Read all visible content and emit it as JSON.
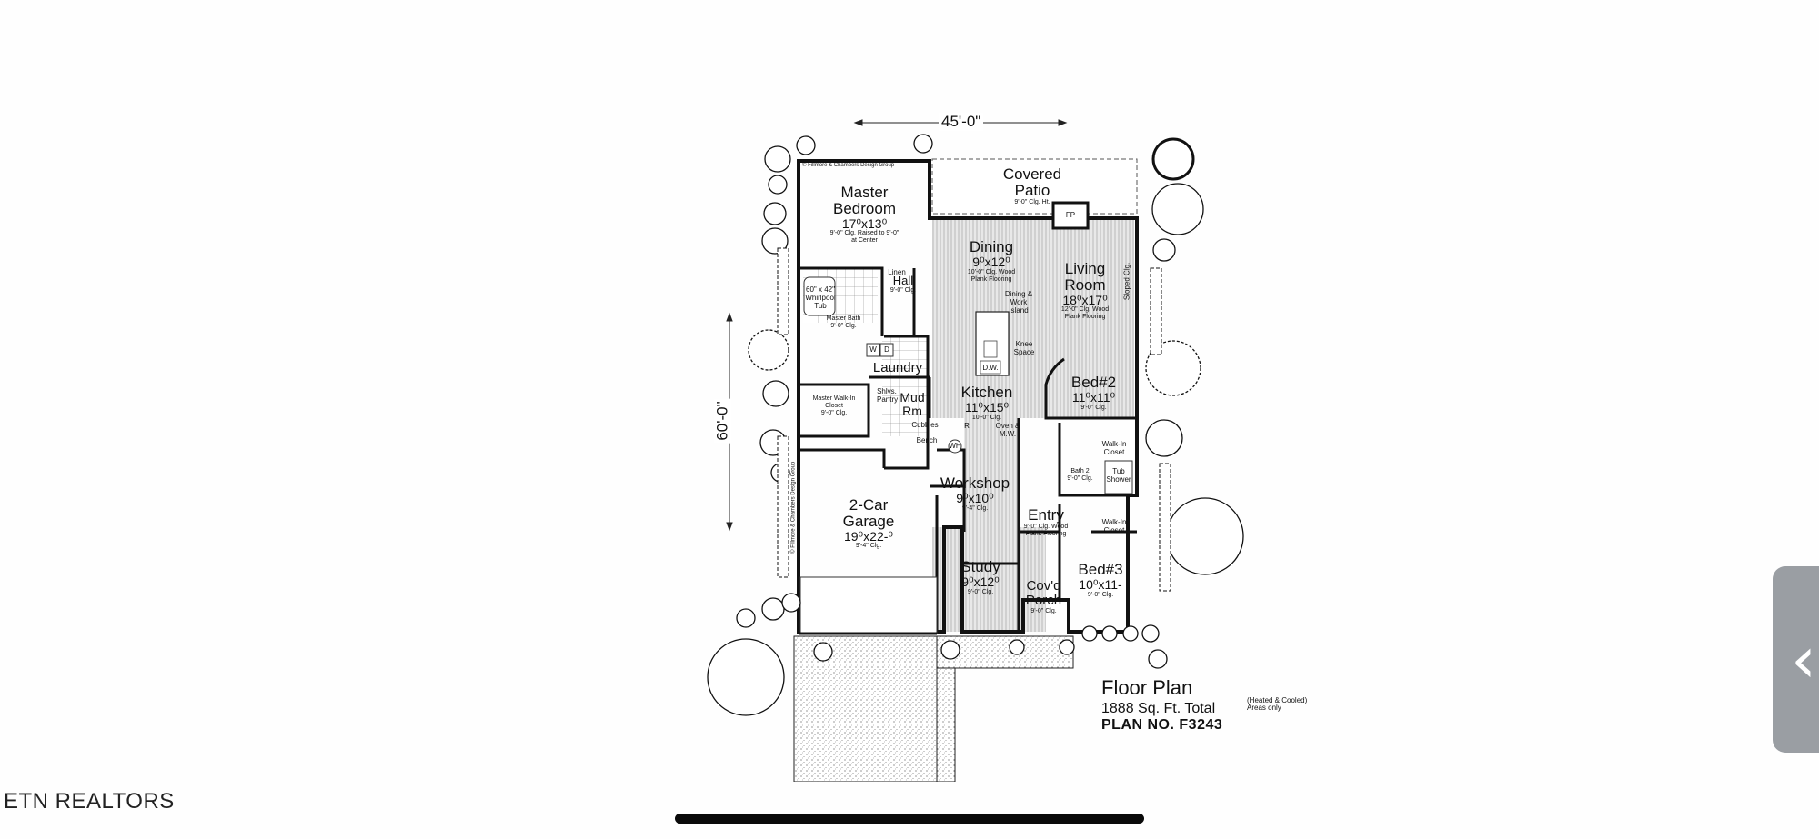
{
  "plan": {
    "width_dim": "45'-0\"",
    "depth_dim": "60'-0\"",
    "title": "Floor Plan",
    "square_feet": "1888 Sq. Ft. Total",
    "area_note": "(Heated & Cooled) Areas only",
    "plan_number": "PLAN NO. F3243",
    "copyright": "© Fillmore & Chambers Design Group",
    "rooms": {
      "covered_patio": {
        "name": "Covered Patio",
        "note": "9'-0\" Clg. Ht."
      },
      "master_bedroom": {
        "name": "Master Bedroom",
        "dims": "17⁰x13⁰",
        "note": "9'-0\" Clg. Raised to 9'-0\" at Center"
      },
      "dining": {
        "name": "Dining",
        "dims": "9⁰x12⁰",
        "note": "10'-0\" Clg. Wood Plank Flooring"
      },
      "living_room": {
        "name": "Living Room",
        "dims": "18⁰x17⁰",
        "note": "12'-0\" Clg. Wood Plank Flooring"
      },
      "hall": {
        "name": "Hall",
        "note": "9'-0\" Clg."
      },
      "master_bath": {
        "name": "Master Bath",
        "note": "9'-0\" Clg."
      },
      "laundry": {
        "name": "Laundry"
      },
      "mud_rm": {
        "name": "Mud Rm"
      },
      "kitchen": {
        "name": "Kitchen",
        "dims": "11⁰x15⁰",
        "note": "10'-0\" Clg."
      },
      "bed2": {
        "name": "Bed#2",
        "dims": "11⁰x11⁰",
        "note": "9'-0\" Clg."
      },
      "master_closet": {
        "name": "Master Walk-In Closet",
        "note": "9'-0\" Clg."
      },
      "workshop": {
        "name": "Workshop",
        "dims": "9⁰x10⁰",
        "note": "9'-4\" Clg."
      },
      "garage": {
        "name": "2-Car Garage",
        "dims": "19⁰x22-⁰",
        "note": "9'-4\" Clg."
      },
      "entry": {
        "name": "Entry",
        "note": "9'-0\" Clg. Wood Plank Flooring"
      },
      "study": {
        "name": "Study",
        "dims": "9⁰x12⁰",
        "note": "9'-0\" Clg."
      },
      "covd_porch": {
        "name": "Cov'd Porch",
        "note": "9'-0\" Clg."
      },
      "bed3": {
        "name": "Bed#3",
        "dims": "10⁰x11-",
        "note": "9'-0\" Clg."
      },
      "bath2": {
        "name": "Bath 2",
        "note": "9'-0\" Clg."
      }
    },
    "fixtures": {
      "tub": "60\" x 42\" Whirlpool Tub",
      "island": "Dining & Work Island",
      "knee_space": "Knee Space",
      "dw": "D.W.",
      "oven": "Oven & M.W.",
      "pantry": "Shlvs. Pantry",
      "cubbies": "Cubbies",
      "bench": "Bench",
      "wh": "WH",
      "walkin1": "Walk-In Closet",
      "walkin2": "Walk-In Closet",
      "tub_shower": "Tub Shower",
      "linen": "Linen",
      "w": "W",
      "d": "D",
      "r": "R",
      "sloped": "Sloped Clg.",
      "fp": "FP"
    }
  },
  "watermark": "ETN REALTORS",
  "nav": {
    "icon": "chevron-left-icon",
    "glyph": "‹"
  },
  "colors": {
    "background": "#ffffff",
    "ink": "#111111",
    "tab": "#9a9ea3"
  }
}
